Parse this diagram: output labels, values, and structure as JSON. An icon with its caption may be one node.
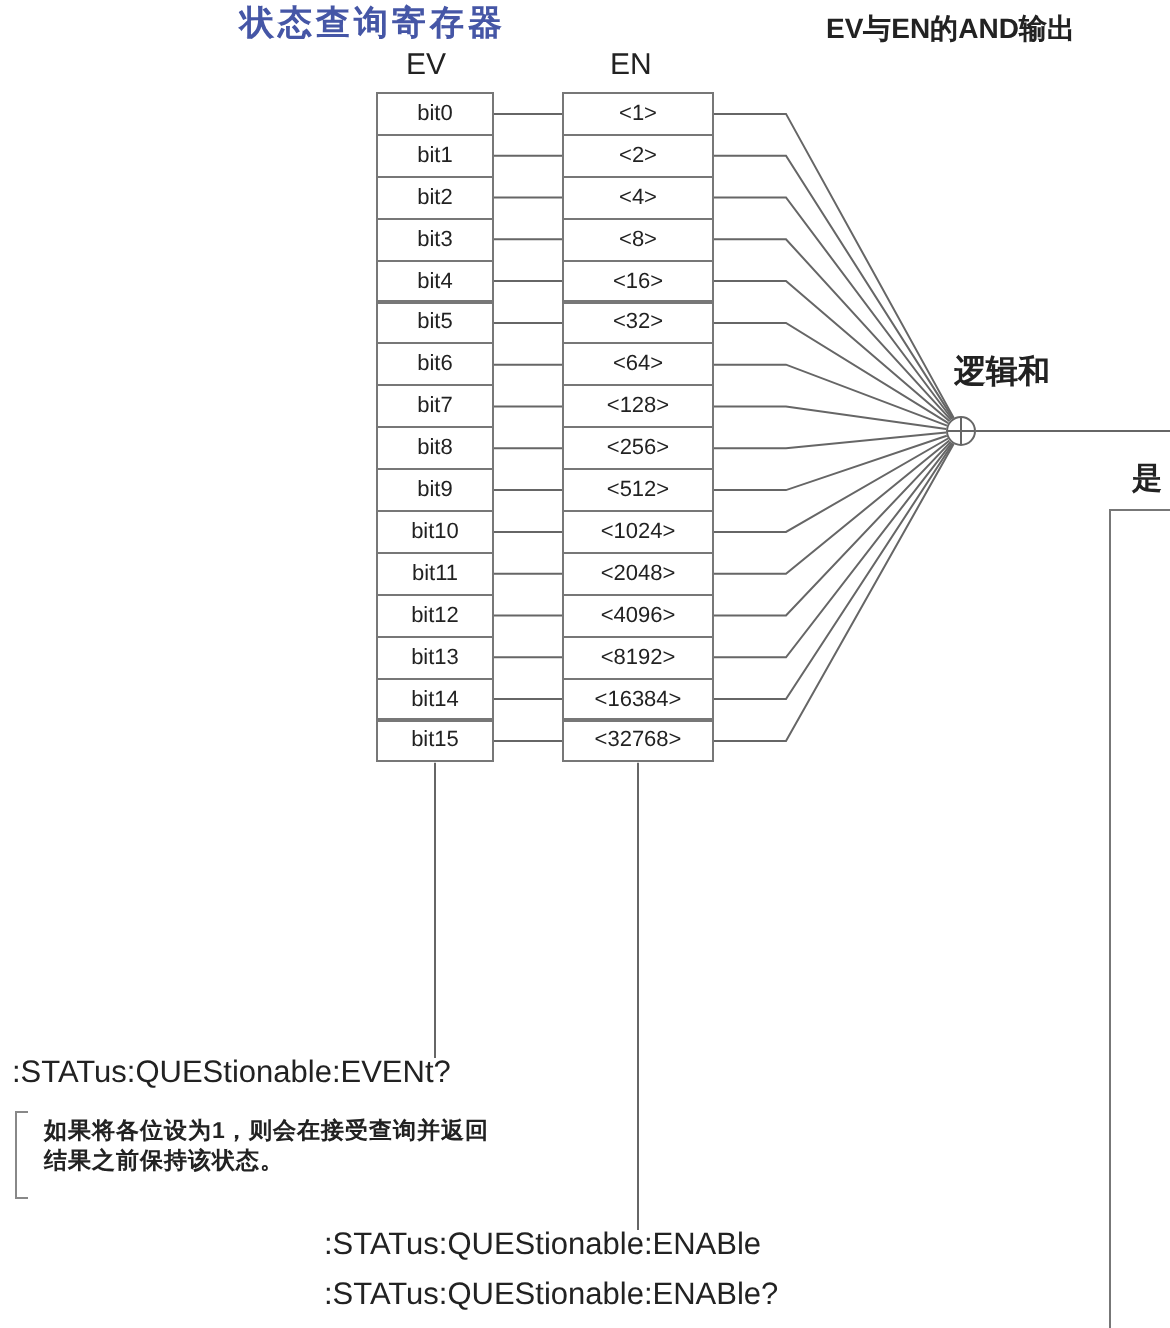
{
  "diagram": {
    "title": "状态查询寄存器",
    "nodes": [
      {
        "text": [
          "bit0"
        ]
      },
      {
        "text": [
          "bit1"
        ]
      },
      {
        "text": [
          "bit2"
        ]
      },
      {
        "text": [
          "bit3"
        ]
      },
      {
        "text": [
          "bit4"
        ]
      },
      {
        "text": [
          "bit5"
        ]
      },
      {
        "text": [
          "bit6"
        ]
      },
      {
        "text": [
          "bit7"
        ]
      },
      {
        "text": [
          "bit8"
        ]
      },
      {
        "text": [
          "bit9"
        ]
      },
      {
        "text": [
          "bit10"
        ]
      },
      {
        "text": [
          "bit11"
        ]
      },
      {
        "text": [
          "bit12"
        ]
      },
      {
        "text": [
          "bit13"
        ]
      },
      {
        "text": [
          "bit14"
        ]
      },
      {
        "text": [
          "bit15"
        ]
      },
      {
        "text": [
          "<1>"
        ]
      },
      {
        "text": [
          "<2>"
        ]
      },
      {
        "text": [
          "<4>"
        ]
      },
      {
        "text": [
          "<8>"
        ]
      },
      {
        "text": [
          "<16>"
        ]
      },
      {
        "text": [
          "<32>"
        ]
      },
      {
        "text": [
          "<64>"
        ]
      },
      {
        "text": [
          "<128>"
        ]
      },
      {
        "text": [
          "<256>"
        ]
      },
      {
        "text": [
          "<512>"
        ]
      },
      {
        "text": [
          "<1024>"
        ]
      },
      {
        "text": [
          "<2048>"
        ]
      },
      {
        "text": [
          "<4096>"
        ]
      },
      {
        "text": [
          "<8192>"
        ]
      },
      {
        "text": [
          "<16384>"
        ]
      },
      {
        "text": [
          "<32768>"
        ]
      },
      {
        "text": [],
        "shape": "circle",
        "beside": [
          "逻辑和"
        ]
      },
      {
        "text": [
          ":STATus:QUEStionable:EVENt?"
        ]
      },
      {
        "text": [
          ":STATus:QUEStionable:ENABle",
          ":STATus:QUEStionable:ENABle?"
        ]
      }
    ],
    "edges": [
      {
        "from": 0,
        "to": 16,
        "arrow": "none"
      },
      {
        "from": 1,
        "to": 17,
        "arrow": "none"
      },
      {
        "from": 2,
        "to": 18,
        "arrow": "none"
      },
      {
        "from": 3,
        "to": 19,
        "arrow": "none"
      },
      {
        "from": 4,
        "to": 20,
        "arrow": "none"
      },
      {
        "from": 5,
        "to": 21,
        "arrow": "none"
      },
      {
        "from": 6,
        "to": 22,
        "arrow": "none"
      },
      {
        "from": 7,
        "to": 23,
        "arrow": "none"
      },
      {
        "from": 8,
        "to": 24,
        "arrow": "none"
      },
      {
        "from": 9,
        "to": 25,
        "arrow": "none"
      },
      {
        "from": 10,
        "to": 26,
        "arrow": "none"
      },
      {
        "from": 11,
        "to": 27,
        "arrow": "none"
      },
      {
        "from": 12,
        "to": 28,
        "arrow": "none"
      },
      {
        "from": 13,
        "to": 29,
        "arrow": "none"
      },
      {
        "from": 14,
        "to": 30,
        "arrow": "none"
      },
      {
        "from": 15,
        "to": 31,
        "arrow": "none"
      },
      {
        "from": 16,
        "to": 32,
        "arrow": "none"
      },
      {
        "from": 17,
        "to": 32,
        "arrow": "none"
      },
      {
        "from": 18,
        "to": 32,
        "arrow": "none"
      },
      {
        "from": 19,
        "to": 32,
        "arrow": "none"
      },
      {
        "from": 20,
        "to": 32,
        "arrow": "none"
      },
      {
        "from": 21,
        "to": 32,
        "arrow": "none"
      },
      {
        "from": 22,
        "to": 32,
        "arrow": "none"
      },
      {
        "from": 23,
        "to": 32,
        "arrow": "none"
      },
      {
        "from": 24,
        "to": 32,
        "arrow": "none"
      },
      {
        "from": 25,
        "to": 32,
        "arrow": "none"
      },
      {
        "from": 26,
        "to": 32,
        "arrow": "none"
      },
      {
        "from": 27,
        "to": 32,
        "arrow": "none"
      },
      {
        "from": 28,
        "to": 32,
        "arrow": "none"
      },
      {
        "from": 29,
        "to": 32,
        "arrow": "none"
      },
      {
        "from": 30,
        "to": 32,
        "arrow": "none"
      },
      {
        "from": 31,
        "to": 32,
        "arrow": "none"
      },
      {
        "from": 32,
        "to": null,
        "arrow": "none"
      },
      {
        "from": 15,
        "to": 33,
        "arrow": "none"
      },
      {
        "from": 31,
        "to": 34,
        "arrow": "none"
      }
    ],
    "labels": [
      "EV",
      "EN",
      "EV与EN的AND输出",
      "是",
      "如果将各位设为1，则会在接受查询并返回结果之前保持该状态。"
    ]
  }
}
